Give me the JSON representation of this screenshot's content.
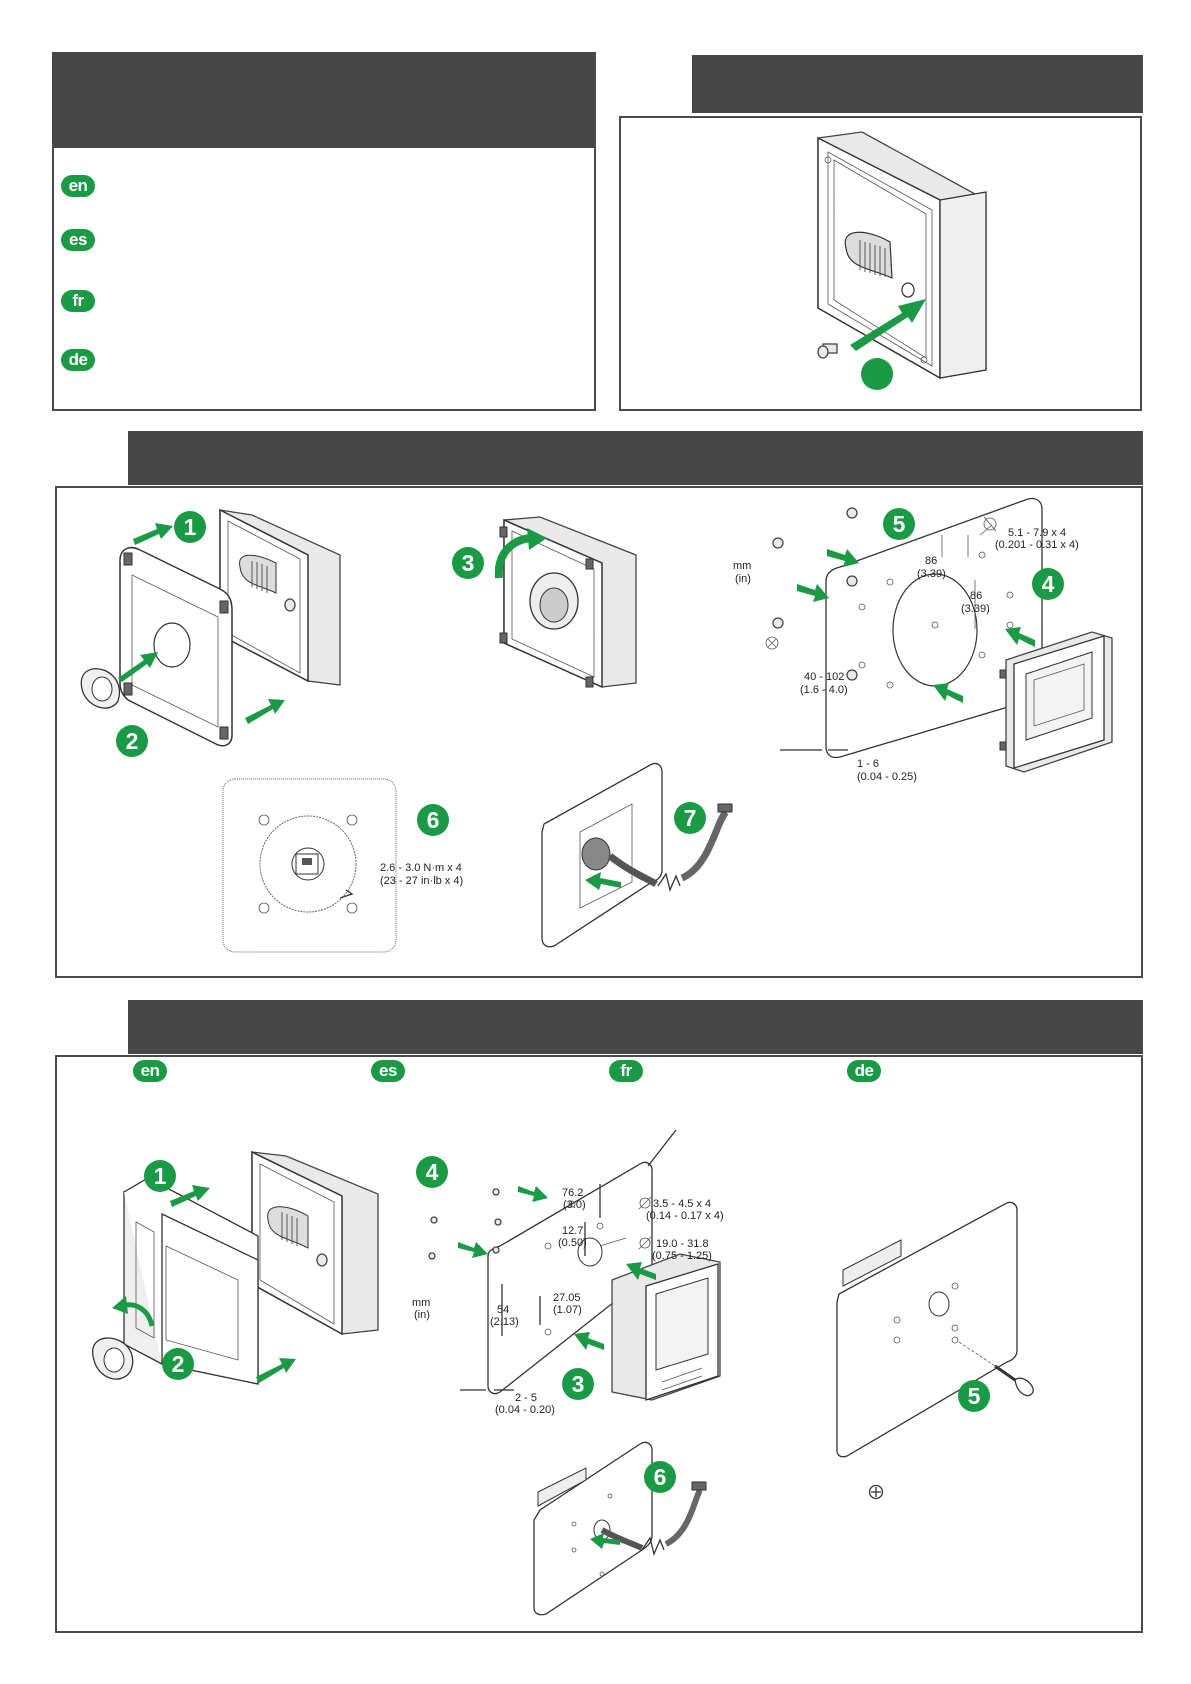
{
  "languages": {
    "en": "en",
    "es": "es",
    "fr": "fr",
    "de": "de"
  },
  "panel_mount": {
    "steps": [
      "1",
      "2",
      "3",
      "4",
      "5",
      "6",
      "7"
    ],
    "units": [
      "mm",
      "(in)"
    ],
    "dims": {
      "hole_dia": [
        "5.1 - 7.9 x 4",
        "(0.201 - 0.31 x 4)"
      ],
      "spacing_h": [
        "86",
        "(3.39)"
      ],
      "spacing_v": [
        "86",
        "(3.39)"
      ],
      "cutout": [
        "40 - 102",
        "(1.6 - 4.0)"
      ],
      "thickness": [
        "1 - 6",
        "(0.04 - 0.25)"
      ],
      "torque": [
        "2.6 - 3.0 N·m x 4",
        "(23 - 27 in·lb x 4)"
      ]
    }
  },
  "surface_mount": {
    "steps": [
      "1",
      "2",
      "3",
      "4",
      "5",
      "6"
    ],
    "units": [
      "mm",
      "(in)"
    ],
    "dims": {
      "v1": [
        "76.2",
        "(3.0)"
      ],
      "v2": [
        "12.7",
        "(0.50)"
      ],
      "screw_dia": [
        "3.5 - 4.5 x 4",
        "(0.14 - 0.17 x 4)"
      ],
      "hole_dia": [
        "19.0 - 31.8",
        "(0.75 - 1.25)"
      ],
      "v3": [
        "27.05",
        "(1.07)"
      ],
      "v4": [
        "54",
        "(2.13)"
      ],
      "thickness": [
        "2 - 5",
        "(0.04 - 0.20)"
      ]
    }
  },
  "colors": {
    "accent": "#1b9a45",
    "header_bar": "#474747",
    "frame": "#4a4a4a"
  },
  "icons": [
    "phillips-screw-icon",
    "diameter-icon"
  ]
}
